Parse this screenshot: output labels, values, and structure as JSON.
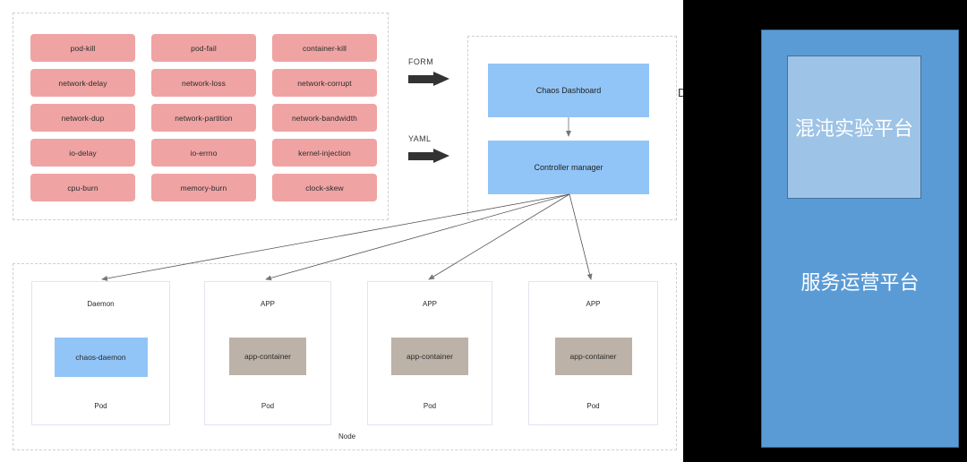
{
  "chaos_types": {
    "items": [
      "pod-kill",
      "pod-fail",
      "container-kill",
      "network-delay",
      "network-loss",
      "network-corrupt",
      "network-dup",
      "network-partition",
      "network-bandwidth",
      "io-delay",
      "io-errno",
      "kernel-injection",
      "cpu-burn",
      "memory-burn",
      "clock-skew"
    ],
    "chip_color": "#F0A3A3"
  },
  "ingress": {
    "form_label": "FORM",
    "yaml_label": "YAML",
    "arrow_color": "#333333"
  },
  "control_plane": {
    "dashboard_label": "Chaos Dashboard",
    "controller_label": "Controller manager",
    "box_color": "#92C5F7",
    "side_label": "Da"
  },
  "node": {
    "node_label": "Node",
    "pods": [
      {
        "title": "Daemon",
        "container": "chaos-daemon",
        "footer": "Pod",
        "container_color": "#92C5F7"
      },
      {
        "title": "APP",
        "container": "app-container",
        "footer": "Pod",
        "container_color": "#BCB2A7"
      },
      {
        "title": "APP",
        "container": "app-container",
        "footer": "Pod",
        "container_color": "#BCB2A7"
      },
      {
        "title": "APP",
        "container": "app-container",
        "footer": "Pod",
        "container_color": "#BCB2A7"
      }
    ]
  },
  "platform_panel": {
    "inner_text": "混沌实验平台",
    "outer_text": "服务运营平台",
    "outer_color": "#5B9BD5",
    "inner_color": "#9DC3E6"
  }
}
